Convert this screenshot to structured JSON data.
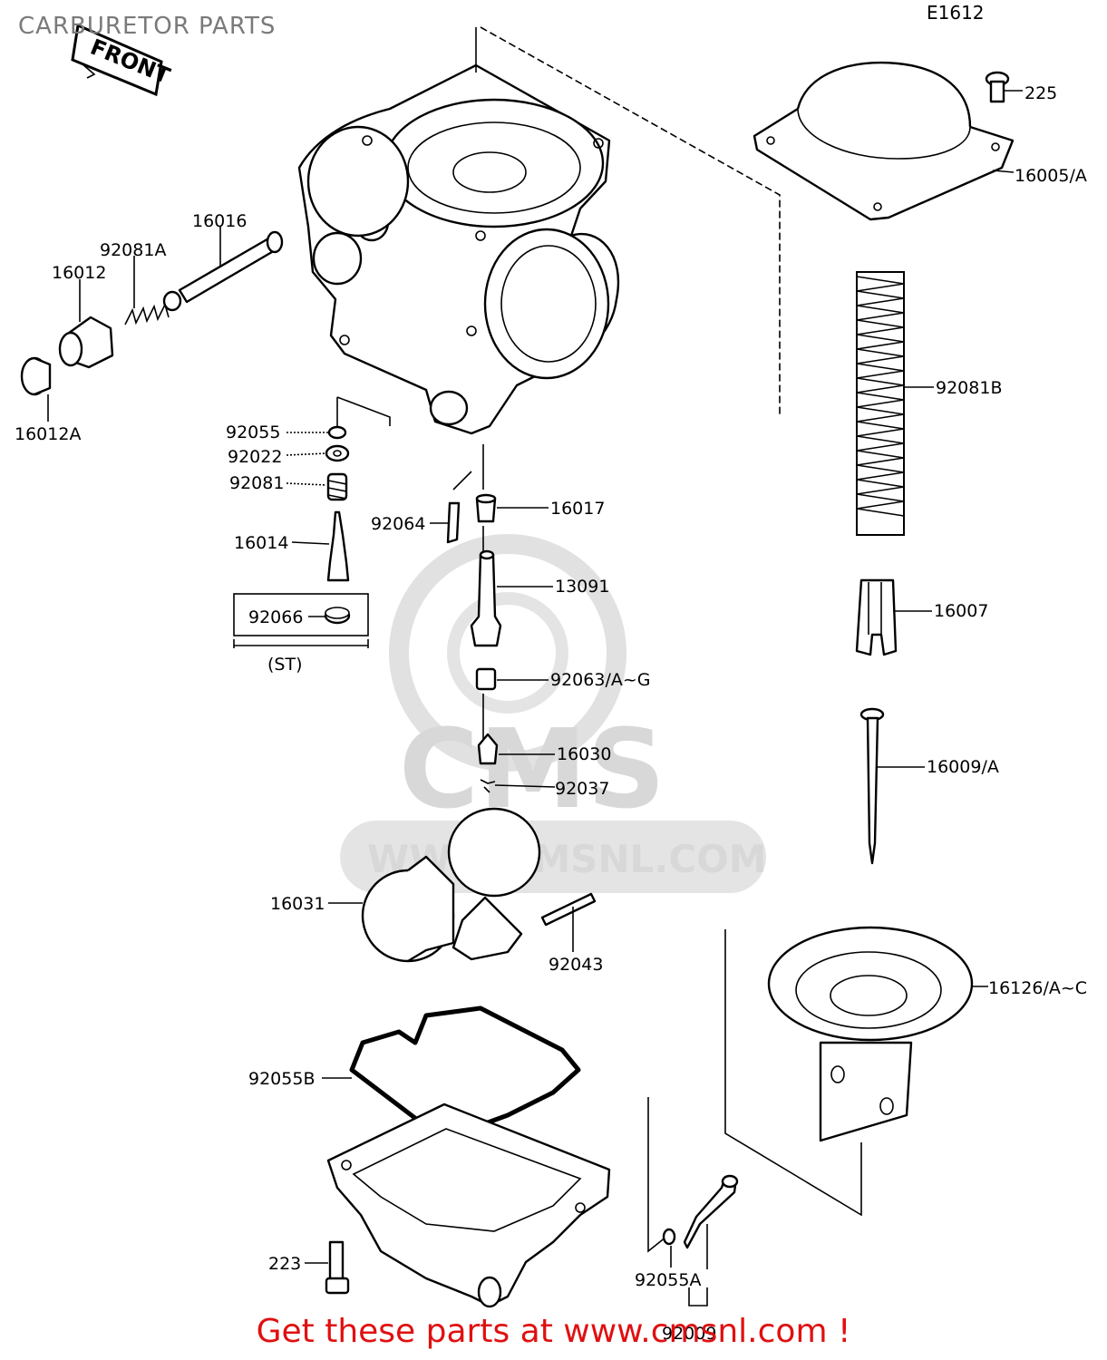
{
  "header": {
    "title": "CARBURETOR PARTS",
    "code": "E1612"
  },
  "front_label": "FRONT",
  "footer": {
    "text": "Get these parts at www.cmsnl.com !"
  },
  "watermark": {
    "brand": "CMS",
    "url": "WWW.CMSNL.COM"
  },
  "parts": [
    "225",
    "16005/A",
    "16016",
    "92081A",
    "16012",
    "16012A",
    "92081B",
    "92055",
    "92022",
    "92081",
    "16017",
    "92064",
    "16014",
    "13091",
    "92066",
    "(ST)",
    "16007",
    "92063/A~G",
    "16009/A",
    "16030",
    "92037",
    "16031",
    "92043",
    "16126/A~C",
    "92055B",
    "223",
    "92055A",
    "92009"
  ]
}
